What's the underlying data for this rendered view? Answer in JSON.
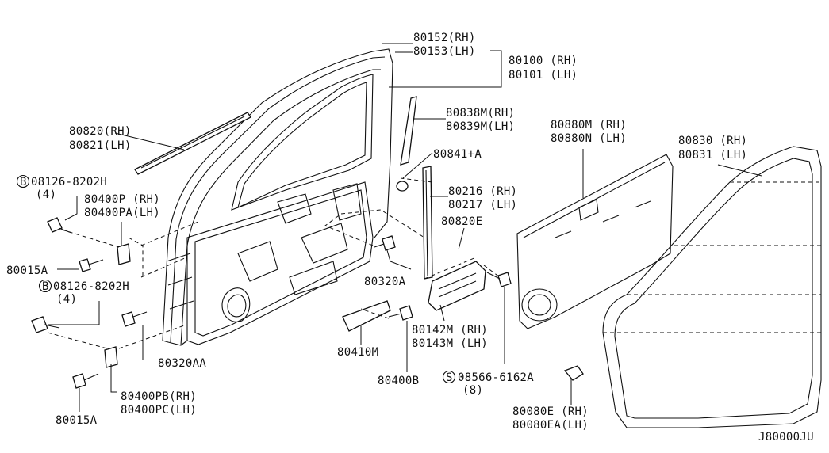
{
  "diagram_id": "J80000JU",
  "labels": {
    "p80152": "80152(RH)",
    "p80153": "80153(LH)",
    "p80100": "80100 (RH)",
    "p80101": "80101 (LH)",
    "p80838": "80838M(RH)",
    "p80839": "80839M(LH)",
    "p80841": "80841+A",
    "p80216": "80216 (RH)",
    "p80217": "80217 (LH)",
    "p80820e": "80820E",
    "p80880m": "80880M (RH)",
    "p80880n": "80880N (LH)",
    "p80830": "80830 (RH)",
    "p80831": "80831 (LH)",
    "p80820": "80820(RH)",
    "p80821": "80821(LH)",
    "bolt1_num": "08126-8202H",
    "bolt1_qty": "(4)",
    "p80400p": "80400P (RH)",
    "p80400pa": "80400PA(LH)",
    "p80015a_1": "80015A",
    "bolt2_num": "08126-8202H",
    "bolt2_qty": "(4)",
    "p80320a": "80320A",
    "p80320aa": "80320AA",
    "p80410m": "80410M",
    "p80142m": "80142M (RH)",
    "p80143m": "80143M (LH)",
    "p80400b": "80400B",
    "screw_num": "08566-6162A",
    "screw_qty": "(8)",
    "p80400pb": "80400PB(RH)",
    "p80400pc": "80400PC(LH)",
    "p80015a_2": "80015A",
    "p80080e": "80080E (RH)",
    "p80080ea": "80080EA(LH)"
  },
  "markers": {
    "bolt1": "B",
    "bolt2": "B",
    "screw": "S"
  }
}
